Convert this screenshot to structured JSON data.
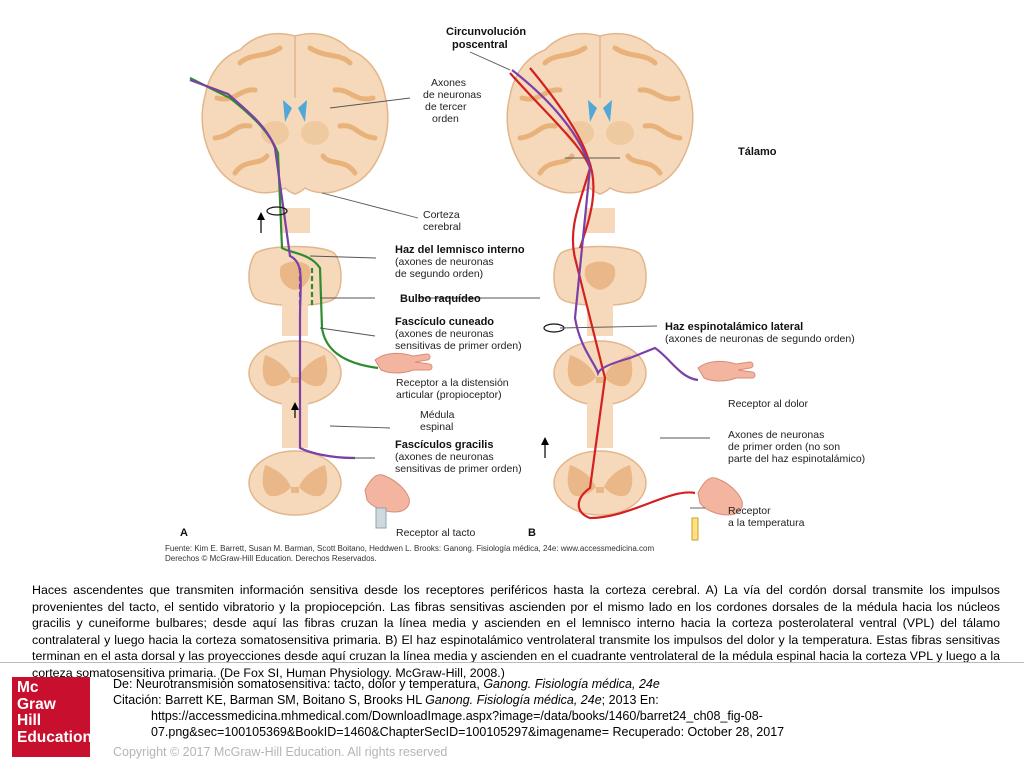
{
  "figure": {
    "labels": {
      "circunvolucion_1": "Circunvolución",
      "circunvolucion_2": "poscentral",
      "axones3_1": "Axones",
      "axones3_2": "de neuronas",
      "axones3_3": "de tercer",
      "axones3_4": "orden",
      "talamo": "Tálamo",
      "corteza_1": "Corteza",
      "corteza_2": "cerebral",
      "lemnisco_1": "Haz del lemnisco interno",
      "lemnisco_2": "(axones de neuronas",
      "lemnisco_3": "de segundo orden)",
      "bulbo": "Bulbo raquídeo",
      "cuneado_1": "Fascículo cuneado",
      "cuneado_2": "(axones de neuronas",
      "cuneado_3": "sensitivas de primer orden)",
      "espinotalamico_1": "Haz espinotalámico lateral",
      "espinotalamico_2": "(axones de neuronas de segundo orden)",
      "distension_1": "Receptor a la distensión",
      "distension_2": "articular (propioceptor)",
      "medula_1": "Médula",
      "medula_2": "espinal",
      "receptor_dolor": "Receptor al dolor",
      "gracilis_1": "Fascículos gracilis",
      "gracilis_2": "(axones de neuronas",
      "gracilis_3": "sensitivas de primer orden)",
      "primer_1": "Axones de neuronas",
      "primer_2": "de primer orden (no son",
      "primer_3": "parte del haz espinotalámico)",
      "tacto": "Receptor al tacto",
      "temp_1": "Receptor",
      "temp_2": "a la temperatura",
      "panel_a": "A",
      "panel_b": "B"
    },
    "source_line": "Fuente: Kim E. Barrett, Susan M. Barman, Scott Boitano, Heddwen L. Brooks: Ganong. Fisiología médica, 24e: www.accessmedicina.com",
    "rights_line": "Derechos © McGraw-Hill Education. Derechos Reservados.",
    "colors": {
      "green": "#2e8b2e",
      "purple": "#7b3fa8",
      "red": "#d42020",
      "tissue": "#f6d9bb",
      "gray_matter": "#e8b27a"
    }
  },
  "caption": "Haces ascendentes que transmiten información sensitiva desde los receptores periféricos hasta la corteza cerebral. A) La vía del cordón dorsal transmite los impulsos provenientes del tacto, el sentido vibratorio y la propiocepción. Las fibras sensitivas ascienden por el mismo lado en los cordones dorsales de la médula hacia los núcleos gracilis y cuneiforme bulbares; desde aquí las fibras cruzan la línea media y ascienden en el lemnisco interno hacia la corteza posterolateral ventral (VPL) del tálamo contralateral y luego hacia la corteza somatosensitiva primaria. B) El haz espinotalámico ventrolateral transmite los impulsos del dolor y la temperatura. Estas fibras sensitivas terminan en el asta dorsal y las proyecciones desde aquí cruzan la línea media y ascienden en el cuadrante ventrolateral de la médula espinal hacia la corteza VPL y luego a la corteza somatosensitiva primaria. (De Fox SI, Human Physiology. McGraw-Hill, 2008.)",
  "logo": {
    "line1": "Mc",
    "line2": "Graw",
    "line3": "Hill",
    "line4": "Education"
  },
  "citation": {
    "line1_prefix": "De: Neurotransmisión somatosensitiva: tacto, dolor y temperatura, ",
    "line1_italic": "Ganong. Fisiología médica, 24e",
    "line2_prefix": "Citación: Barrett KE, Barman SM, Boitano S, Brooks HL  ",
    "line2_italic": "Ganong. Fisiología médica, 24e",
    "line2_suffix": "; 2013 En:",
    "line3": "https://accessmedicina.mhmedical.com/DownloadImage.aspx?image=/data/books/1460/barret24_ch08_fig-08-",
    "line4": "07.png&sec=100105369&BookID=1460&ChapterSecID=100105297&imagename= Recuperado: October 28, 2017"
  },
  "copyright": "Copyright © 2017 McGraw-Hill Education. All rights reserved"
}
